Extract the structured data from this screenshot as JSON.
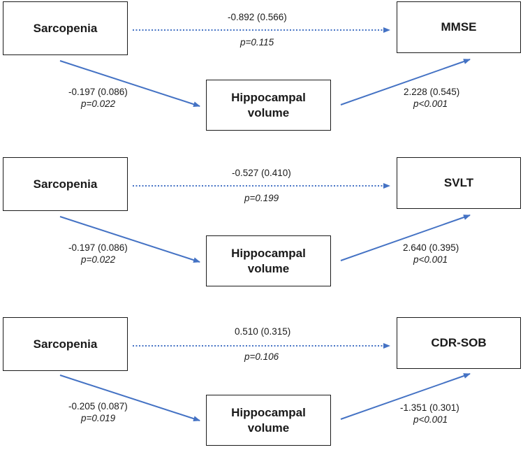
{
  "panels": [
    {
      "predictor": "Sarcopenia",
      "mediator": "Hippocampal\nvolume",
      "outcome": "MMSE",
      "direct_coef": "-0.892 (0.566)",
      "direct_p": "p=0.115",
      "a_coef": "-0.197 (0.086)",
      "a_p": "p=0.022",
      "b_coef": "2.228 (0.545)",
      "b_p": "p<0.001"
    },
    {
      "predictor": "Sarcopenia",
      "mediator": "Hippocampal\nvolume",
      "outcome": "SVLT",
      "direct_coef": "-0.527 (0.410)",
      "direct_p": "p=0.199",
      "a_coef": "-0.197 (0.086)",
      "a_p": "p=0.022",
      "b_coef": "2.640 (0.395)",
      "b_p": "p<0.001"
    },
    {
      "predictor": "Sarcopenia",
      "mediator": "Hippocampal\nvolume",
      "outcome": "CDR-SOB",
      "direct_coef": "0.510 (0.315)",
      "direct_p": "p=0.106",
      "a_coef": "-0.205 (0.087)",
      "a_p": "p=0.019",
      "b_coef": "-1.351 (0.301)",
      "b_p": "p<0.001"
    }
  ],
  "colors": {
    "arrow": "#4472c4",
    "box_border": "#1a1a1a",
    "text": "#1a1a1a"
  }
}
